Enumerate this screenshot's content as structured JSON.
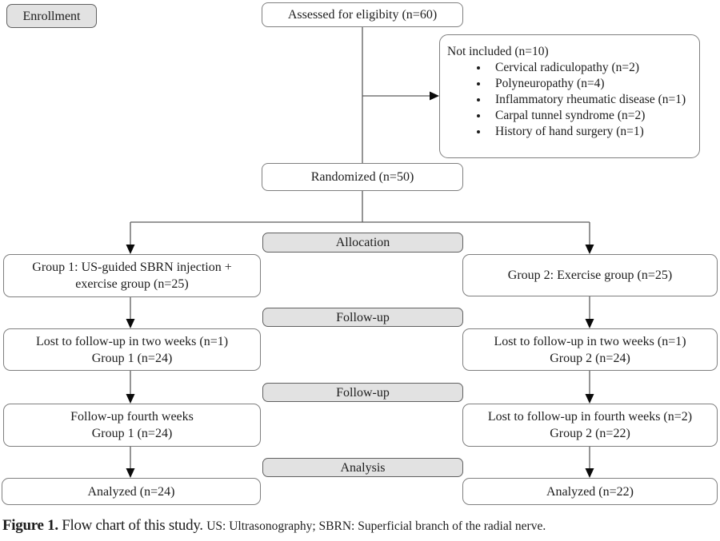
{
  "palette": {
    "stage_fill": "#e2e2e2",
    "stage_border": "#606060",
    "node_border": "#7f7f7f",
    "line_color": "#5c5c5c",
    "text_color": "#1c1c1c"
  },
  "flow": {
    "enrollment_label": "Enrollment",
    "assessed": "Assessed for eligibity (n=60)",
    "not_included": {
      "title": "Not included (n=10)",
      "items": [
        "Cervical radiculopathy (n=2)",
        "Polyneuropathy (n=4)",
        "Inflammatory rheumatic disease (n=1)",
        "Carpal tunnel syndrome (n=2)",
        "History of hand surgery (n=1)"
      ]
    },
    "randomized": "Randomized (n=50)",
    "stage_labels": {
      "allocation": "Allocation",
      "follow_up_1": "Follow-up",
      "follow_up_2": "Follow-up",
      "analysis": "Analysis"
    },
    "group1": {
      "lines": [
        "Group 1: US-guided SBRN injection +",
        "exercise group (n=25)"
      ]
    },
    "group2": {
      "lines": [
        "Group 2: Exercise group (n=25)"
      ]
    },
    "g1_lost_two_weeks": {
      "lines": [
        "Lost to follow-up in two weeks (n=1)",
        "Group 1 (n=24)"
      ]
    },
    "g2_lost_two_weeks": {
      "lines": [
        "Lost to follow-up in two weeks (n=1)",
        "Group 2 (n=24)"
      ]
    },
    "g1_fourth_weeks": {
      "lines": [
        "Follow-up fourth weeks",
        "Group 1 (n=24)"
      ]
    },
    "g2_lost_fourth_weeks": {
      "lines": [
        "Lost to follow-up in fourth weeks (n=2)",
        "Group 2 (n=22)"
      ]
    },
    "g1_analyzed": "Analyzed (n=24)",
    "g2_analyzed": "Analyzed (n=22)"
  },
  "caption": {
    "label": "Figure 1.",
    "text": "Flow chart of this study.",
    "abbreviations": "US: Ultrasonography; SBRN: Superficial branch of the radial nerve."
  }
}
